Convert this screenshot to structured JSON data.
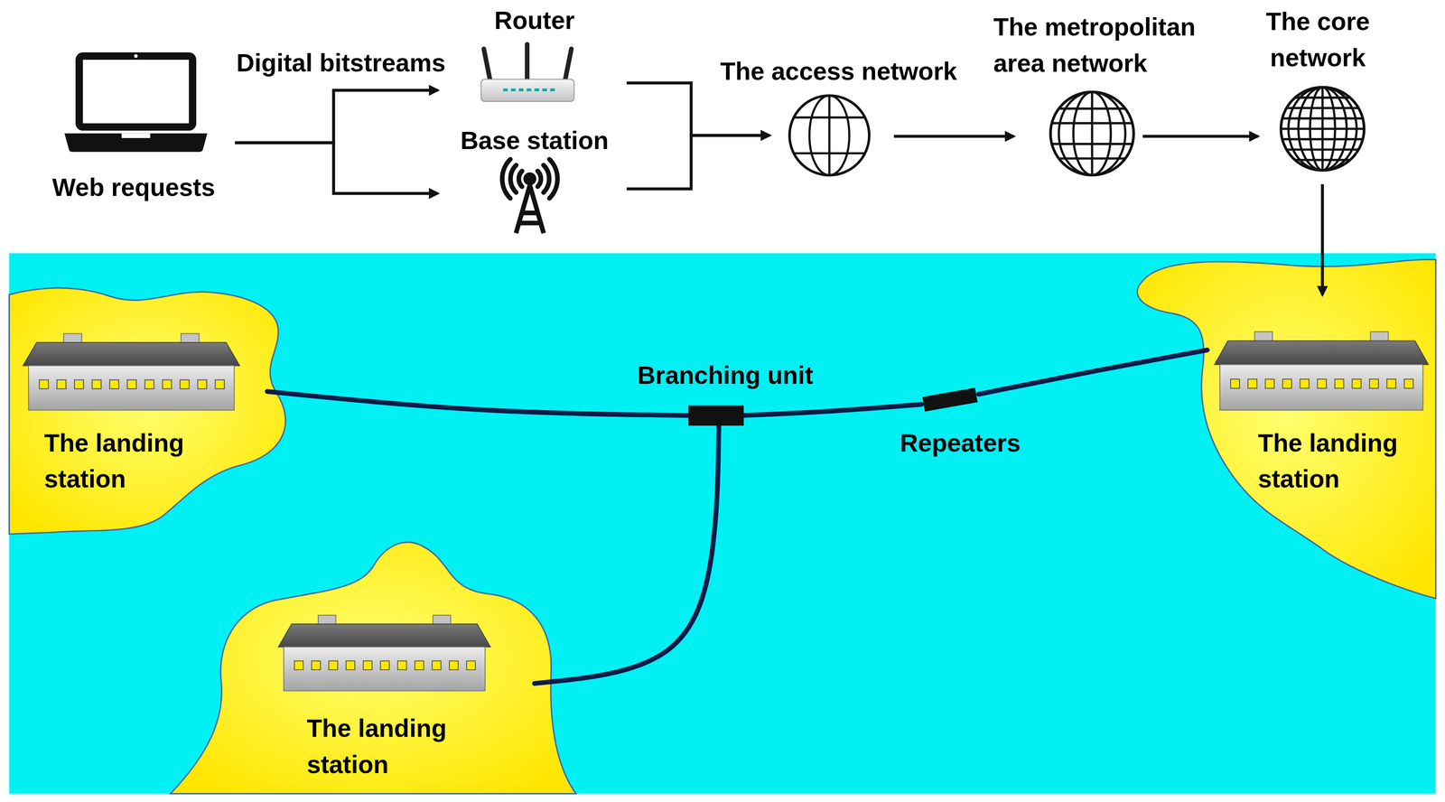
{
  "diagram": {
    "nodes": [
      {
        "text": [
          "Web requests"
        ]
      },
      {
        "text": [
          "Router"
        ]
      },
      {
        "text": [
          "Base station"
        ]
      },
      {
        "text": [
          "The access network"
        ]
      },
      {
        "text": [
          "The metropolitan area network"
        ]
      },
      {
        "text": [
          "The core network"
        ]
      },
      {
        "text": [
          "The landing station"
        ]
      },
      {
        "text": [
          "Branching unit"
        ]
      },
      {
        "text": [
          "Repeaters"
        ]
      },
      {
        "text": [
          "The landing station"
        ]
      },
      {
        "text": [
          "The landing station"
        ]
      }
    ],
    "edges": [
      {
        "from": 0,
        "to": 1,
        "arrow": "to"
      },
      {
        "from": 0,
        "to": 2,
        "arrow": "to"
      },
      {
        "from": 1,
        "to": 3,
        "arrow": "to"
      },
      {
        "from": 2,
        "to": 3,
        "arrow": "to"
      },
      {
        "from": 3,
        "to": 4,
        "arrow": "to"
      },
      {
        "from": 4,
        "to": 5,
        "arrow": "to"
      },
      {
        "from": 5,
        "to": 9,
        "arrow": "to"
      },
      {
        "from": 6,
        "to": 7,
        "arrow": "none"
      },
      {
        "from": 7,
        "to": 8,
        "arrow": "none"
      },
      {
        "from": 8,
        "to": 9,
        "arrow": "none"
      },
      {
        "from": 7,
        "to": 10,
        "arrow": "none"
      }
    ],
    "labels": [
      "Digital bitstreams"
    ]
  }
}
